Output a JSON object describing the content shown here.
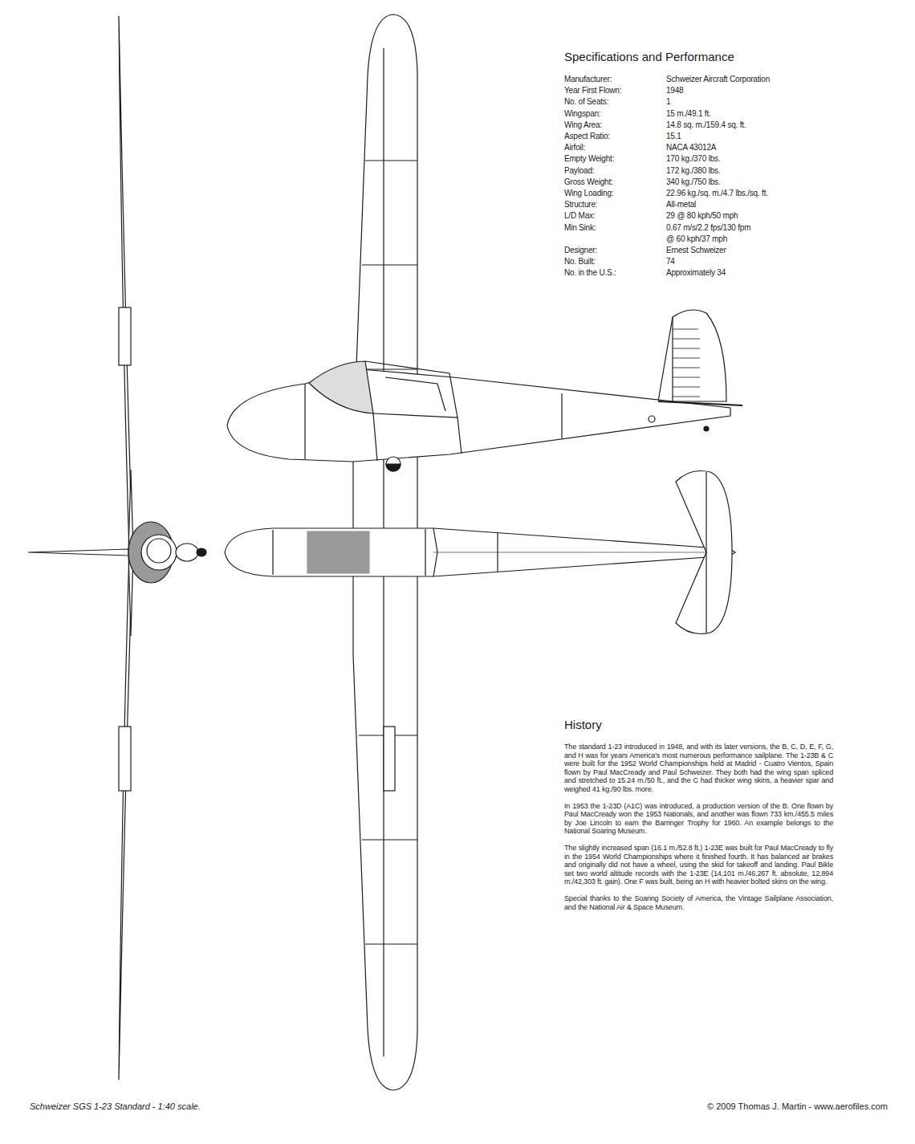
{
  "diagram": {
    "caption": "Schweizer SGS 1-23 Standard - 1:40 scale.",
    "labels": [
      "Specifications and Performance",
      "Manufacturer:",
      "Schweizer Aircraft Corporation",
      "Year First Flown:",
      "1948",
      "No. of Seats:",
      "1",
      "Wingspan:",
      "15 m./49.1 ft.",
      "Wing Area:",
      "14.8 sq. m./159.4 sq. ft.",
      "Aspect Ratio:",
      "15.1",
      "Airfoil:",
      "NACA 43012A",
      "Empty Weight:",
      "170 kg./370 lbs.",
      "Payload:",
      "172 kg./380 lbs.",
      "Gross Weight:",
      "340 kg./750 lbs.",
      "Wing Loading:",
      "22.96 kg./sq. m./4.7 lbs./sq. ft.",
      "Structure:",
      "All-metal",
      "L/D Max:",
      "29 @ 80 kph/50 mph",
      "Min Sink:",
      "0.67 m/s/2.2 fps/130 fpm",
      "@ 60 kph/37 mph",
      "Designer:",
      "Ernest Schweizer",
      "No. Built:",
      "74",
      "No. in the U.S.:",
      "Approximately 34",
      "History",
      "The standard 1-23 introduced in 1948, and with its later versions, the B, C, D, E, F, G, and H was for years America's most numerous performance sailplane. The 1-23B & C were built for the 1952 World Championships held at Madrid - Cuatro Vientos, Spain flown by Paul MacCready and Paul Schweizer. They both had the wing span spliced and stretched to 15.24 m./50 ft., and the C had thicker wing skins, a heavier spar and weighed 41 kg./90 lbs. more.",
      "In 1953 the 1-23D (A1C) was introduced, a production version of the B. One flown by Paul MacCready won the 1953 Nationals, and another was flown 733 km./455.5 miles by Joe Lincoln to earn the Barringer Trophy for 1960. An example belongs to the National Soaring Museum.",
      "The slightly increased span (16.1 m./52.8 ft.) 1-23E was built for Paul MacCready to fly in the 1954 World Championships where it finished fourth. It has balanced air brakes and originally did not have a wheel, using the skid for takeoff and landing. Paul Bikle set two world altitude records with the 1-23E (14,101 m./46,267 ft. absolute, 12,894 m./42,303 ft. gain). One F was built, being an H with heavier bolted skins on the wing.",
      "Special thanks to the Soaring Society of America, the Vintage Sailplane Association, and the National Air & Space Museum.",
      "© 2009 Thomas J. Martin - www.aerofiles.com"
    ]
  }
}
